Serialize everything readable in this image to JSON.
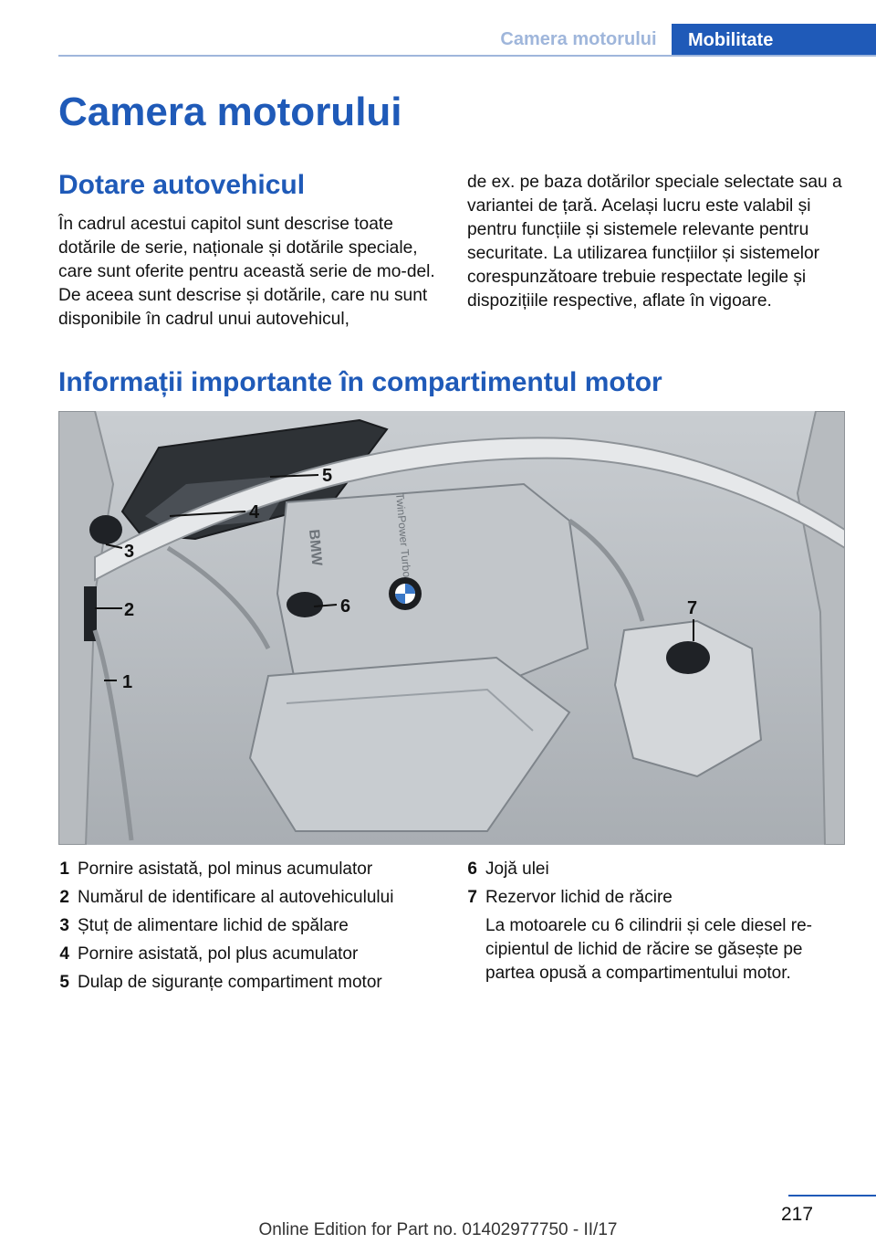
{
  "header": {
    "section": "Camera motorului",
    "chapter": "Mobilitate"
  },
  "title": "Camera motorului",
  "equipment": {
    "heading": "Dotare autovehicul",
    "col1": "În cadrul acestui capitol sunt descrise toate dotările de serie, naționale și dotările speciale, care sunt oferite pentru această serie de mo-del. De aceea sunt descrise și dotările, care nu sunt disponibile în cadrul unui autovehicul,",
    "col2": "de ex. pe baza dotărilor speciale selectate sau a variantei de țară. Același lucru este valabil și pentru funcțiile și sistemele relevante pentru securitate. La utilizarea funcțiilor și sistemelor corespunzătoare trebuie respectate legile și dispozițiile respective, aflate în vigoare."
  },
  "important": {
    "heading": "Informații importante în compartimentul motor"
  },
  "figure": {
    "callouts": [
      "1",
      "2",
      "3",
      "4",
      "5",
      "6",
      "7"
    ],
    "engine_logo": "BMW",
    "engine_label": "TwinPower Turbo"
  },
  "legend_left": [
    {
      "num": "1",
      "text": "Pornire asistată, pol minus acumulator"
    },
    {
      "num": "2",
      "text": "Numărul de identificare al autovehiculului"
    },
    {
      "num": "3",
      "text": "Ștuț de alimentare lichid de spălare"
    },
    {
      "num": "4",
      "text": "Pornire asistată, pol plus acumulator"
    },
    {
      "num": "5",
      "text": "Dulap de siguranțe compartiment motor"
    }
  ],
  "legend_right": [
    {
      "num": "6",
      "text": "Jojă ulei"
    },
    {
      "num": "7",
      "text": "Rezervor lichid de răcire"
    }
  ],
  "legend_note": "La motoarele cu 6 cilindrii și cele diesel re-cipientul de lichid de răcire se găsește pe partea opusă a compartimentului motor.",
  "footer": {
    "page": "217",
    "edition": "Online Edition for Part no. 01402977750 - II/17"
  }
}
